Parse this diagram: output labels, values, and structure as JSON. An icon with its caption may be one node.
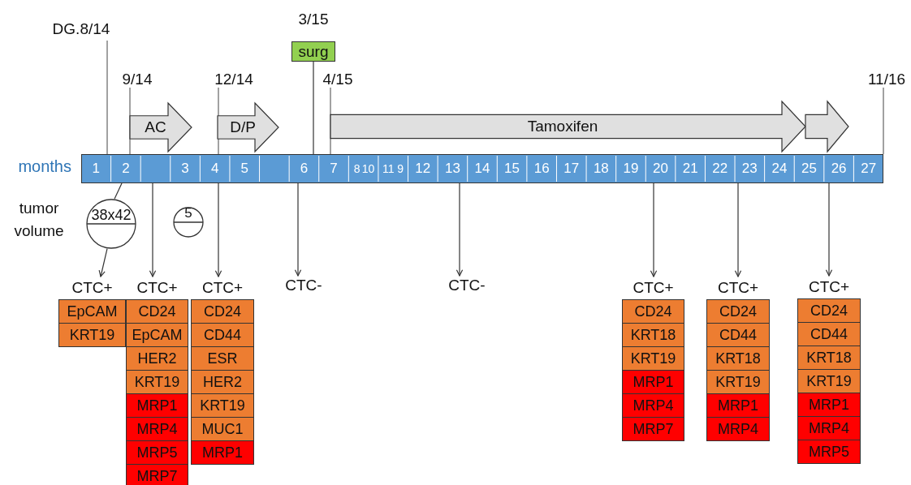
{
  "diagram": {
    "nodes": [
      {
        "text": [
          "surg"
        ]
      },
      {
        "text": [
          "AC"
        ]
      },
      {
        "text": [
          "D/P"
        ]
      },
      {
        "text": [
          "Tamoxifen"
        ]
      },
      {
        "text": [],
        "shape": "arrow"
      },
      {
        "text": [],
        "shape": "bar",
        "beside": [
          "months"
        ]
      },
      {
        "text": [
          "38x42"
        ]
      },
      {
        "text": [
          "5"
        ]
      },
      {
        "text": [
          "CTC+"
        ]
      },
      {
        "text": [
          "EpCAM"
        ],
        "in": 8
      },
      {
        "text": [
          "KRT19"
        ],
        "in": 8
      },
      {
        "text": [
          "CTC+"
        ]
      },
      {
        "text": [
          "CD24"
        ],
        "in": 11
      },
      {
        "text": [
          "EpCAM"
        ],
        "in": 11
      },
      {
        "text": [
          "HER2"
        ],
        "in": 11
      },
      {
        "text": [
          "KRT19"
        ],
        "in": 11
      },
      {
        "text": [
          "MRP1"
        ],
        "in": 11
      },
      {
        "text": [
          "MRP4"
        ],
        "in": 11
      },
      {
        "text": [
          "MRP5"
        ],
        "in": 11
      },
      {
        "text": [
          "MRP7"
        ],
        "in": 11
      },
      {
        "text": [
          "CTC+"
        ]
      },
      {
        "text": [
          "CD24"
        ],
        "in": 20
      },
      {
        "text": [
          "CD44"
        ],
        "in": 20
      },
      {
        "text": [
          "ESR"
        ],
        "in": 20
      },
      {
        "text": [
          "HER2"
        ],
        "in": 20
      },
      {
        "text": [
          "KRT19"
        ],
        "in": 20
      },
      {
        "text": [
          "MUC1"
        ],
        "in": 20
      },
      {
        "text": [
          "MRP1"
        ],
        "in": 20
      },
      {
        "text": [
          "CTC-"
        ]
      },
      {
        "text": [
          "CTC-"
        ]
      },
      {
        "text": [
          "CTC+"
        ]
      },
      {
        "text": [
          "CD24"
        ],
        "in": 30
      },
      {
        "text": [
          "KRT18"
        ],
        "in": 30
      },
      {
        "text": [
          "KRT19"
        ],
        "in": 30
      },
      {
        "text": [
          "MRP1"
        ],
        "in": 30
      },
      {
        "text": [
          "MRP4"
        ],
        "in": 30
      },
      {
        "text": [
          "MRP7"
        ],
        "in": 30
      },
      {
        "text": [
          "CTC+"
        ]
      },
      {
        "text": [
          "CD24"
        ],
        "in": 37
      },
      {
        "text": [
          "CD44"
        ],
        "in": 37
      },
      {
        "text": [
          "KRT18"
        ],
        "in": 37
      },
      {
        "text": [
          "KRT19"
        ],
        "in": 37
      },
      {
        "text": [
          "MRP1"
        ],
        "in": 37
      },
      {
        "text": [
          "MRP4"
        ],
        "in": 37
      },
      {
        "text": [
          "CTC+"
        ]
      },
      {
        "text": [
          "CD24"
        ],
        "in": 44
      },
      {
        "text": [
          "CD44"
        ],
        "in": 44
      },
      {
        "text": [
          "KRT18"
        ],
        "in": 44
      },
      {
        "text": [
          "KRT19"
        ],
        "in": 44
      },
      {
        "text": [
          "MRP1"
        ],
        "in": 44
      },
      {
        "text": [
          "MRP4"
        ],
        "in": 44
      },
      {
        "text": [
          "MRP5"
        ],
        "in": 44
      }
    ],
    "edges": [
      {
        "from": 0,
        "to": 5,
        "arrow": "none"
      },
      {
        "from": 5,
        "to": 6,
        "arrow": "none"
      },
      {
        "from": 6,
        "to": 8,
        "arrow": "to"
      },
      {
        "from": 5,
        "to": 11,
        "arrow": "to"
      },
      {
        "from": 5,
        "to": 20,
        "arrow": "to"
      },
      {
        "from": 5,
        "to": 28,
        "arrow": "to"
      },
      {
        "from": 5,
        "to": 29,
        "arrow": "to"
      },
      {
        "from": 5,
        "to": 30,
        "arrow": "to"
      },
      {
        "from": 5,
        "to": 37,
        "arrow": "to"
      },
      {
        "from": 5,
        "to": 44,
        "arrow": "to"
      }
    ],
    "labels": [
      "DG.8/14",
      "3/15",
      "9/14",
      "12/14",
      "4/15",
      "11/16",
      "tumor volume",
      "1",
      "2",
      "3",
      "4",
      "5",
      "6",
      "7",
      "8",
      "10",
      "11",
      "9",
      "12",
      "13",
      "14",
      "15",
      "16",
      "17",
      "18",
      "19",
      "20",
      "21",
      "22",
      "23",
      "24",
      "25",
      "26",
      "27"
    ]
  }
}
